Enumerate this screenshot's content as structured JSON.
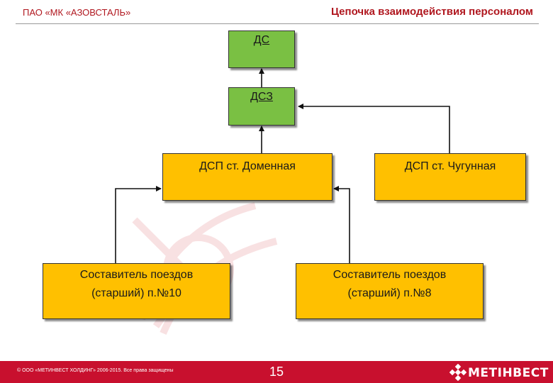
{
  "header": {
    "company": "ПАО «МК «АЗОВСТАЛЬ»",
    "title": "Цепочка взаимодействия персоналом"
  },
  "nodes": {
    "ds": "ДС",
    "dsz": "ДСЗ",
    "dsp_domennaya": "ДСП ст. Доменная",
    "dsp_chugunnaya": "ДСП ст. Чугунная",
    "sostavitel_left": {
      "line1": "Составитель поездов",
      "line2": "(старший) п.№10"
    },
    "sostavitel_right": {
      "line1": "Составитель поездов",
      "line2": "(старший) п.№8"
    }
  },
  "edges": [
    {
      "from": "dsz",
      "to": "ds"
    },
    {
      "from": "dsp_domennaya",
      "to": "dsz"
    },
    {
      "from": "dsp_chugunnaya",
      "to": "dsz"
    },
    {
      "from": "sostavitel_left",
      "to": "dsp_domennaya"
    },
    {
      "from": "sostavitel_right",
      "to": "dsp_domennaya"
    }
  ],
  "footer": {
    "copyright": "© ООО «МЕТИНВЕСТ ХОЛДИНГ» 2006-2015. Все права защищены",
    "page_number": "15",
    "logo_text": "МЕТІНВЕСТ"
  },
  "colors": {
    "accent_red": "#c8102e",
    "header_text": "#b0171f",
    "green_box": "#7ac043",
    "amber_box": "#ffc000"
  },
  "icons": {
    "logo": "metinvest-logo-icon",
    "watermark": "metallurgy-watermark-icon"
  }
}
